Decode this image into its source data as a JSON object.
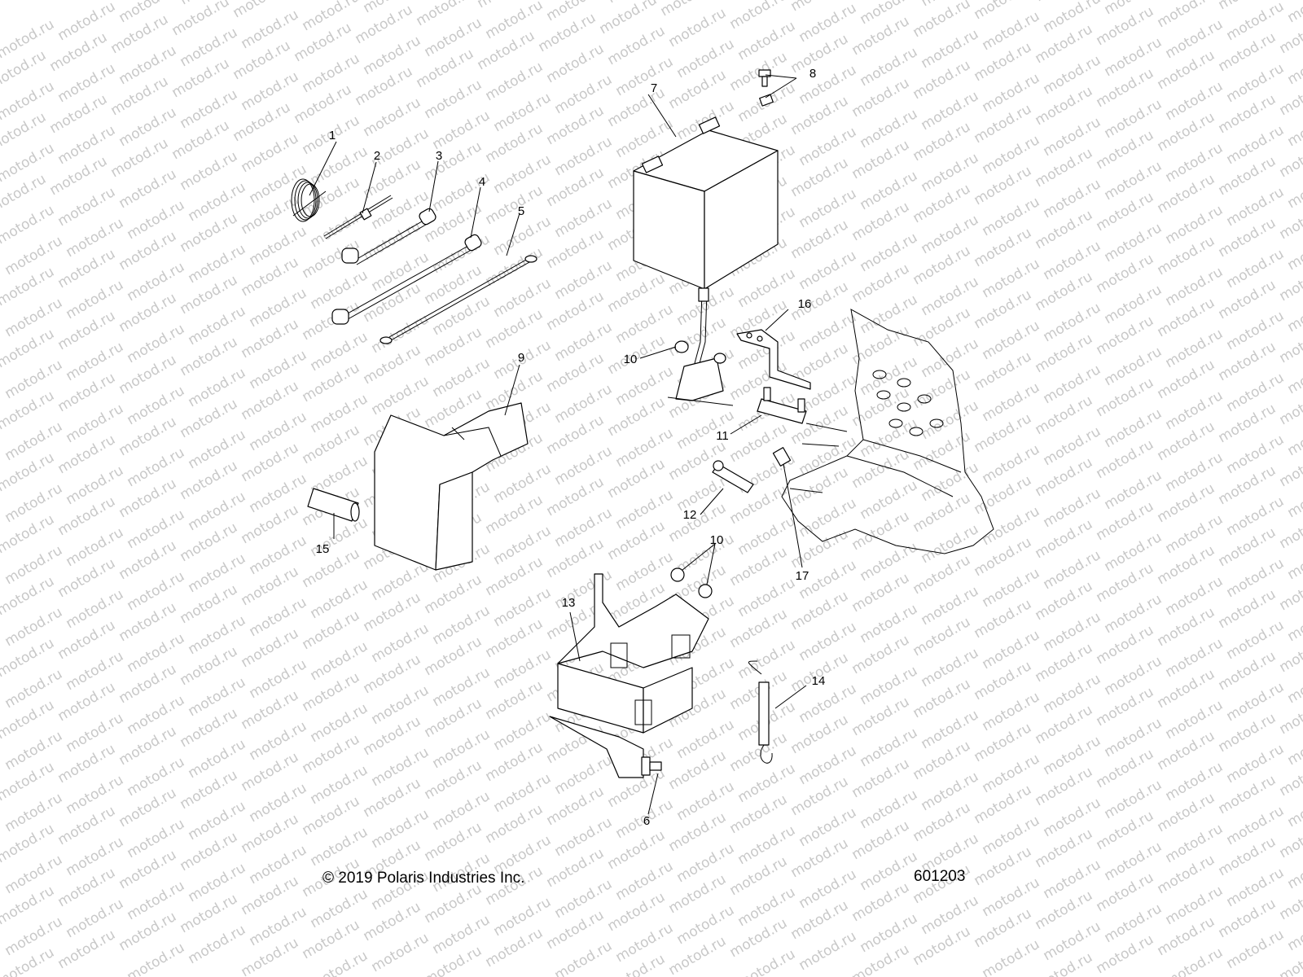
{
  "watermark": {
    "text": "motod.ru"
  },
  "diagram": {
    "callouts": [
      {
        "id": "c1",
        "label": "1"
      },
      {
        "id": "c2",
        "label": "2"
      },
      {
        "id": "c3",
        "label": "3"
      },
      {
        "id": "c4",
        "label": "4"
      },
      {
        "id": "c5",
        "label": "5"
      },
      {
        "id": "c6",
        "label": "6"
      },
      {
        "id": "c7",
        "label": "7"
      },
      {
        "id": "c8",
        "label": "8"
      },
      {
        "id": "c9",
        "label": "9"
      },
      {
        "id": "c10a",
        "label": "10"
      },
      {
        "id": "c10b",
        "label": "10"
      },
      {
        "id": "c11",
        "label": "11"
      },
      {
        "id": "c12",
        "label": "12"
      },
      {
        "id": "c13",
        "label": "13"
      },
      {
        "id": "c14",
        "label": "14"
      },
      {
        "id": "c15",
        "label": "15"
      },
      {
        "id": "c16",
        "label": "16"
      },
      {
        "id": "c17",
        "label": "17"
      }
    ]
  },
  "footer": {
    "copyright": "© 2019 Polaris Industries Inc.",
    "drawing_number": "601203"
  }
}
